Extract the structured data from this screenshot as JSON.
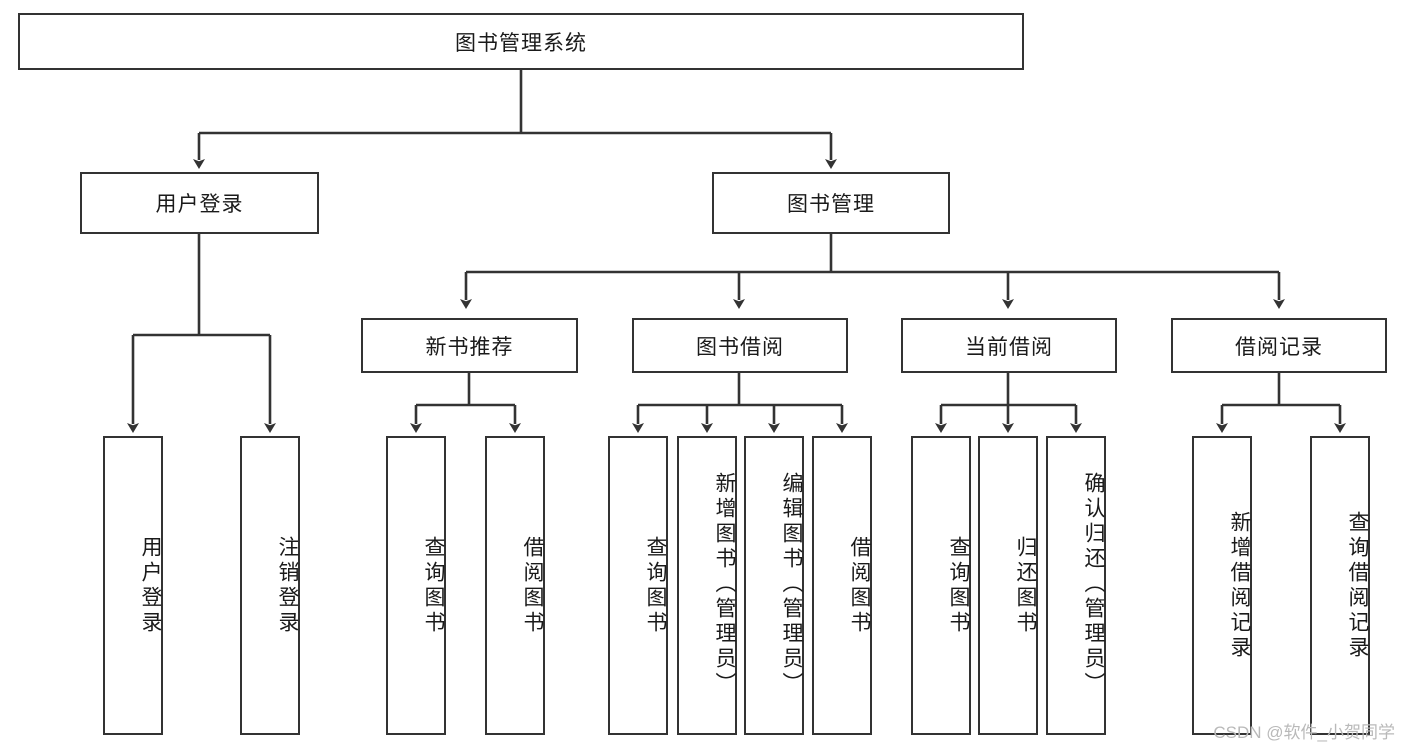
{
  "diagram": {
    "title": "图书管理系统",
    "type": "hierarchy-tree",
    "watermark": "CSDN @软件_小贺同学",
    "colors": {
      "background": "#ffffff",
      "box_border": "#333333",
      "box_fill": "#ffffff",
      "connector": "#333333",
      "text": "#1a1a1a",
      "watermark": "#b9b9b9"
    },
    "root": {
      "id": "root",
      "label": "图书管理系统"
    },
    "level2": [
      {
        "id": "user-login",
        "label": "用户登录"
      },
      {
        "id": "book-manage",
        "label": "图书管理"
      }
    ],
    "level3": [
      {
        "id": "new-book-recommend",
        "label": "新书推荐",
        "parent": "book-manage"
      },
      {
        "id": "book-borrow",
        "label": "图书借阅",
        "parent": "book-manage"
      },
      {
        "id": "current-borrow",
        "label": "当前借阅",
        "parent": "book-manage"
      },
      {
        "id": "borrow-record",
        "label": "借阅记录",
        "parent": "book-manage"
      }
    ],
    "leaves": [
      {
        "id": "leaf-user-login",
        "label": "用户登录",
        "parent": "user-login"
      },
      {
        "id": "leaf-logout",
        "label": "注销登录",
        "parent": "user-login"
      },
      {
        "id": "leaf-query-book-1",
        "label": "查询图书",
        "parent": "new-book-recommend"
      },
      {
        "id": "leaf-borrow-book-1",
        "label": "借阅图书",
        "parent": "new-book-recommend"
      },
      {
        "id": "leaf-query-book-2",
        "label": "查询图书",
        "parent": "book-borrow"
      },
      {
        "id": "leaf-add-book",
        "label": "新增图书（管理员）",
        "parent": "book-borrow"
      },
      {
        "id": "leaf-edit-book",
        "label": "编辑图书（管理员）",
        "parent": "book-borrow"
      },
      {
        "id": "leaf-borrow-book-2",
        "label": "借阅图书",
        "parent": "book-borrow"
      },
      {
        "id": "leaf-query-book-3",
        "label": "查询图书",
        "parent": "current-borrow"
      },
      {
        "id": "leaf-return-book",
        "label": "归还图书",
        "parent": "current-borrow"
      },
      {
        "id": "leaf-confirm-return",
        "label": "确认归还（管理员）",
        "parent": "current-borrow"
      },
      {
        "id": "leaf-add-record",
        "label": "新增借阅记录",
        "parent": "borrow-record"
      },
      {
        "id": "leaf-query-record",
        "label": "查询借阅记录",
        "parent": "borrow-record"
      }
    ]
  }
}
